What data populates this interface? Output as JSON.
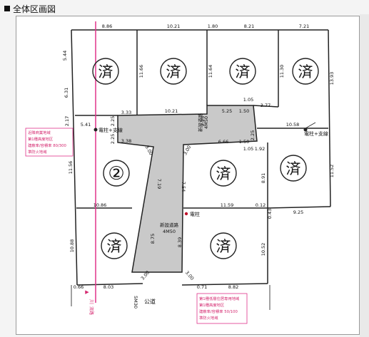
{
  "header": {
    "title": "全体区画図"
  },
  "lots": {
    "sold_label": "済",
    "available_label": "②"
  },
  "dimensions": [
    "8.86",
    "10.21",
    "1.80",
    "8.21",
    "7.21",
    "5.44",
    "6.31",
    "2.17",
    "11.56",
    "10.88",
    "11.66",
    "11.64",
    "11.30",
    "13.93",
    "3.33",
    "10.21",
    "5.25",
    "1.50",
    "1.05",
    "3.77",
    "2.25",
    "2.25",
    "2.25",
    "2.25",
    "5.41",
    "3.38",
    "3.00",
    "3.00",
    "6.66",
    "1.50",
    "1.05",
    "1.92",
    "10.58",
    "11.52",
    "8.91",
    "7.19",
    "7.54",
    "10.86",
    "11.59",
    "0.12",
    "9.25",
    "0.43",
    "8.75",
    "8.39",
    "10.52",
    "3.00",
    "3.00",
    "0.66",
    "8.03",
    "0.71",
    "8.82"
  ],
  "labels": {
    "pole_support_left": "電柱+支線",
    "pole_support_right": "電柱+支線",
    "pole_mid": "電柱",
    "road_top_name": "新設道路",
    "road_top_width": "4M50",
    "road_main_name": "新設道路",
    "road_main_width": "4M50",
    "public_road": "公道",
    "public_road_width": "5M30",
    "river_label": "川",
    "river_sub": "流路"
  },
  "zoning_left": [
    "近隣商業地域",
    "第1種高度地区",
    "建蔽率/容積率 80/300",
    "準防火地域"
  ],
  "zoning_bottom": [
    "第1種低層住居専用地域",
    "第1種高度地区",
    "建蔽率/容積率 50/100",
    "準防火地域"
  ],
  "colors": {
    "boundary": "#222222",
    "road_fill": "#c9c9c9",
    "pink_line": "#e0338a",
    "note_text": "#d4266e",
    "note_border": "#e0338a"
  }
}
